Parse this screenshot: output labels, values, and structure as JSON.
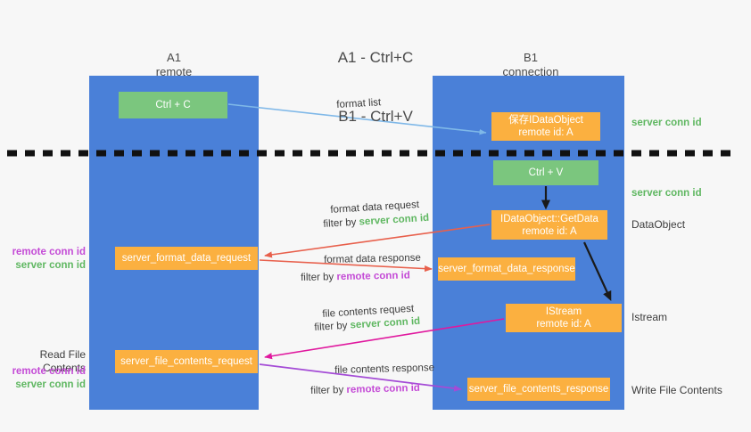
{
  "title": {
    "line1": "A1 - Ctrl+C",
    "line2": "B1 - Ctrl+V"
  },
  "lanes": {
    "a1": {
      "name": "A1",
      "role": "remote"
    },
    "b1": {
      "name": "B1",
      "role": "connection"
    }
  },
  "boxes": {
    "ctrl_c": {
      "label": "Ctrl + C",
      "color": "#7bc67e"
    },
    "idataobject": {
      "line1": "保存IDataObject",
      "line2": "remote id: A",
      "color": "#fbb040"
    },
    "ctrl_v": {
      "label": "Ctrl + V",
      "color": "#7bc67e"
    },
    "getdata": {
      "line1": "IDataObject::GetData",
      "line2": "remote id: A",
      "color": "#fbb040"
    },
    "server_format_data_request": {
      "label": "server_format_data_request",
      "color": "#fbb040"
    },
    "server_format_data_response": {
      "label": "server_format_data_response",
      "color": "#fbb040"
    },
    "istream": {
      "line1": "IStream",
      "line2": "remote id: A",
      "color": "#fbb040"
    },
    "server_file_contents_request": {
      "label": "server_file_contents_request",
      "color": "#fbb040"
    },
    "server_file_contents_response": {
      "label": "server_file_contents_response",
      "color": "#fbb040"
    }
  },
  "side_labels": {
    "server_conn_id_top": "server conn id",
    "server_conn_id_mid": "server conn id",
    "dataobject": "DataObject",
    "istream": "Istream",
    "write_file_contents": "Write File Contents",
    "read_file_contents": "Read File Contents",
    "remote_conn_id": "remote conn id",
    "server_conn_id": "server conn id"
  },
  "captions": {
    "format_list": "format list",
    "format_data_request": "format data request",
    "filter_by": "filter by ",
    "server_conn_id": "server conn id",
    "format_data_response": "format data response",
    "remote_conn_id": "remote conn id",
    "file_contents_request": "file contents request",
    "file_contents_response": "file contents response"
  },
  "colors": {
    "lane_blue": "#4a80d8",
    "box_green": "#7bc67e",
    "box_orange": "#fbb040",
    "green_text": "#5fb761",
    "purple_text": "#c44bd6",
    "arrow_light_blue": "#7fb8e8",
    "arrow_red": "#e8604c",
    "arrow_magenta": "#e0189e",
    "arrow_purple": "#a44bd6",
    "arrow_black": "#1a1a1a",
    "divider_dashed": "#111111",
    "background": "#f7f7f7"
  }
}
